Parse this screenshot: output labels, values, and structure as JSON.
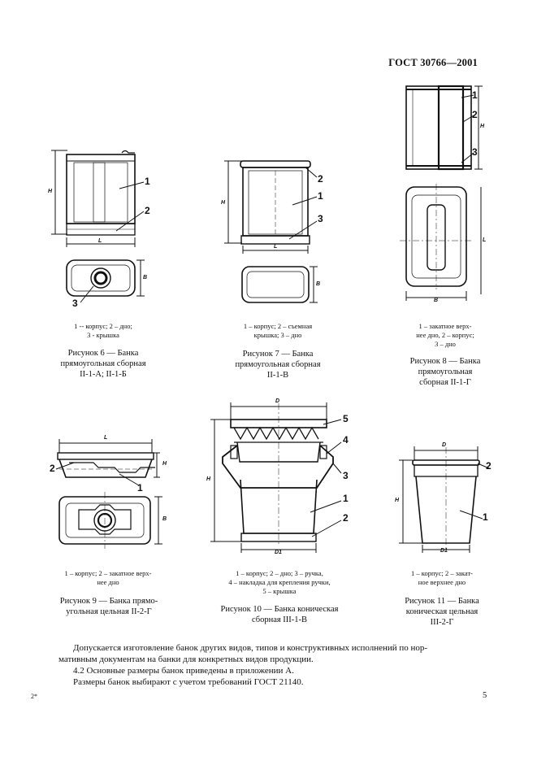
{
  "header": {
    "standard": "ГОСТ 30766—2001"
  },
  "figures": [
    {
      "id": "fig6",
      "legend_lines": [
        "1 -- корпус; 2 – дно;",
        "3 - крышка"
      ],
      "caption_lines": [
        "Рисунок 6 — Банка",
        "прямоугольная сборная",
        "II-1-А; II-1-Б"
      ],
      "callouts": [
        "1",
        "2",
        "3"
      ],
      "dims": [
        "H",
        "L",
        "B"
      ]
    },
    {
      "id": "fig7",
      "legend_lines": [
        "1 – корпус; 2 – съемная",
        "крышка; 3 – дно"
      ],
      "caption_lines": [
        "Рисунок 7 — Банка",
        "прямоугольная сборная",
        "II-1-В"
      ],
      "callouts": [
        "2",
        "1",
        "3"
      ],
      "dims": [
        "H",
        "L",
        "B"
      ]
    },
    {
      "id": "fig8",
      "legend_lines": [
        "1 – закатное верх-",
        "нее дно, 2 – корпус;",
        "3 – дно"
      ],
      "caption_lines": [
        "Рисунок 8 — Банка",
        "прямоугольная",
        "сборная II-1-Г"
      ],
      "callouts": [
        "1",
        "2",
        "3"
      ],
      "dims": [
        "H",
        "L",
        "B"
      ]
    },
    {
      "id": "fig9",
      "legend_lines": [
        "1 – корпус; 2 – закатное верх-",
        "нее дно"
      ],
      "caption_lines": [
        "Рисунок 9 — Банка прямо-",
        "угольная цельная II-2-Г"
      ],
      "callouts": [
        "2",
        "1"
      ],
      "dims": [
        "L",
        "H",
        "B"
      ]
    },
    {
      "id": "fig10",
      "legend_lines": [
        "1 – корпус; 2 – дно; 3 – ручка,",
        "4 – накладка для крепления ручки,",
        "5 – крышка"
      ],
      "caption_lines": [
        "Рисунок 10 — Банка коническая",
        "сборная III-1-В"
      ],
      "callouts": [
        "5",
        "4",
        "3",
        "1",
        "2"
      ],
      "dims": [
        "D",
        "H",
        "D1"
      ]
    },
    {
      "id": "fig11",
      "legend_lines": [
        "1 – корпус; 2 – закат-",
        "ное верхнее дно"
      ],
      "caption_lines": [
        "Рисунок 11 — Банка",
        "коническая цельная",
        "III-2-Г"
      ],
      "callouts": [
        "2",
        "1"
      ],
      "dims": [
        "D",
        "H",
        "D1"
      ]
    }
  ],
  "paragraphs": [
    "Допускается изготовление банок других видов, типов и конструктивных исполнений по нор-",
    "мативным документам на банки для конкретных видов продукции.",
    "4.2 Основные размеры банок приведены в приложении А.",
    "Размеры банок выбирают с учетом требований ГОСТ 21140."
  ],
  "footer": {
    "left_mark": "2*",
    "page_number": "5"
  }
}
